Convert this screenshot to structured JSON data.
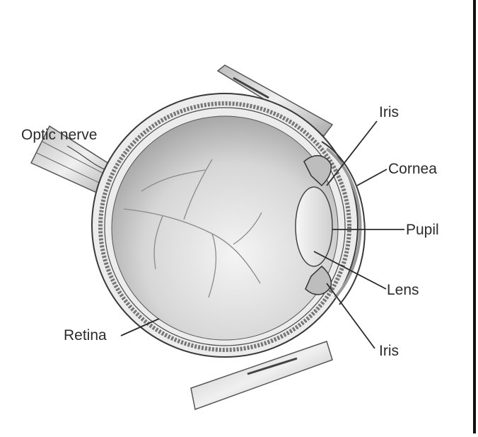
{
  "labels": {
    "optic_nerve": "Optic nerve",
    "iris_top": "Iris",
    "cornea": "Cornea",
    "pupil": "Pupil",
    "lens": "Lens",
    "retina": "Retina",
    "iris_bottom": "Iris"
  },
  "colors": {
    "line": "#2b2b2b",
    "tissue": "#e6e6e6",
    "vitreous_dark": "#9a9a9a",
    "vitreous_light": "#f2f2f2"
  }
}
